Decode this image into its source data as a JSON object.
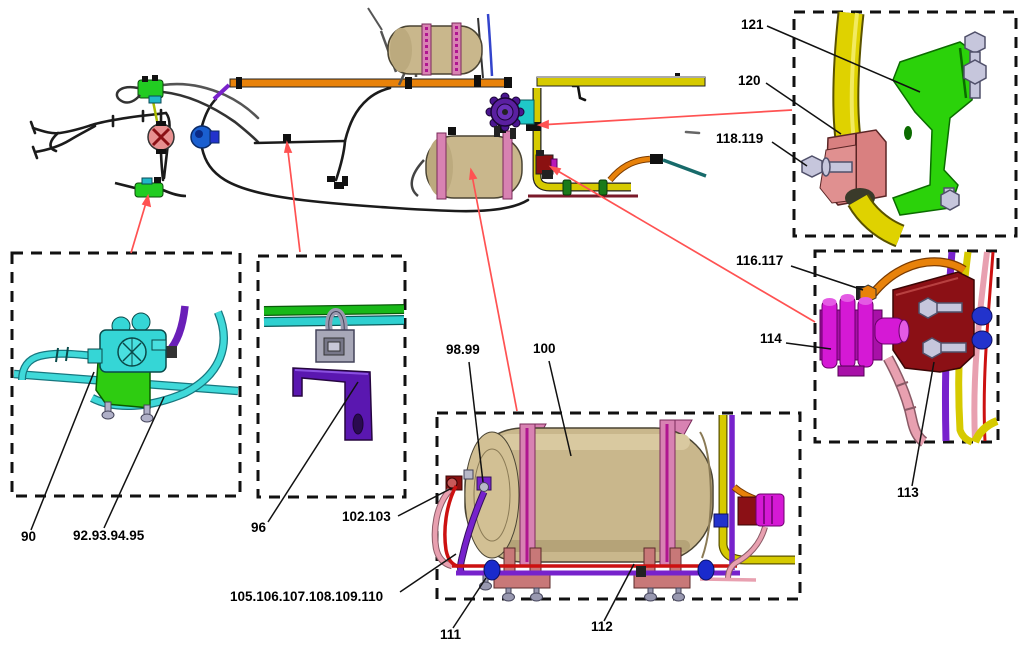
{
  "figure": {
    "description": "CAD exploded callout diagram of a vehicle pneumatic / air-brake piping system with five dashed detail boxes",
    "background_color": "#ffffff"
  },
  "colors": {
    "callout_line_red": "#ff5252",
    "callout_line_black": "#111111",
    "detail_box_dash": "#111111",
    "tank_body": "#c9b78c",
    "tank_strap_pink": "#d882b2",
    "bracket_salmon": "#c87878",
    "bracket_dark_red": "#8b1015",
    "bracket_green": "#2bd20a",
    "valve_magenta": "#d519d5",
    "valve_purple": "#4a1590",
    "valve_blue": "#1a5fd0",
    "valve_cyan": "#35d6d6",
    "pipe_orange": "#e8820a",
    "pipe_yellow": "#d6ca00",
    "pipe_purple": "#7722cc",
    "pipe_red": "#cc1111",
    "pipe_pink": "#e8a0b0",
    "pipe_teal": "#176a6a",
    "hardware_silver": "#c6c6dc",
    "harness_black": "#1b1b1b"
  },
  "callouts": [
    {
      "id": "part-90",
      "label": "90"
    },
    {
      "id": "part-92-95",
      "label": "92.93.94.95"
    },
    {
      "id": "part-96",
      "label": "96"
    },
    {
      "id": "part-98-99",
      "label": "98.99"
    },
    {
      "id": "part-100",
      "label": "100"
    },
    {
      "id": "part-102-103",
      "label": "102.103"
    },
    {
      "id": "part-105-110",
      "label": "105.106.107.108.109.110"
    },
    {
      "id": "part-111",
      "label": "111"
    },
    {
      "id": "part-112",
      "label": "112"
    },
    {
      "id": "part-113",
      "label": "113"
    },
    {
      "id": "part-114",
      "label": "114"
    },
    {
      "id": "part-116-117",
      "label": "116.117"
    },
    {
      "id": "part-118-119",
      "label": "118.119"
    },
    {
      "id": "part-120",
      "label": "120"
    },
    {
      "id": "part-121",
      "label": "121"
    }
  ],
  "detail_boxes": [
    {
      "name": "air-processing-valve-detail",
      "labels": [
        "90",
        "92.93.94.95"
      ]
    },
    {
      "name": "pipe-clamp-bracket-detail",
      "labels": [
        "96"
      ]
    },
    {
      "name": "air-tank-assembly-detail",
      "labels": [
        "98.99",
        "100",
        "102.103",
        "105.106.107.108.109.110",
        "111",
        "112"
      ]
    },
    {
      "name": "frame-pipe-clamp-detail",
      "labels": [
        "118.119",
        "120",
        "121"
      ]
    },
    {
      "name": "valve-block-bracket-detail",
      "labels": [
        "113",
        "114",
        "116.117"
      ]
    }
  ]
}
